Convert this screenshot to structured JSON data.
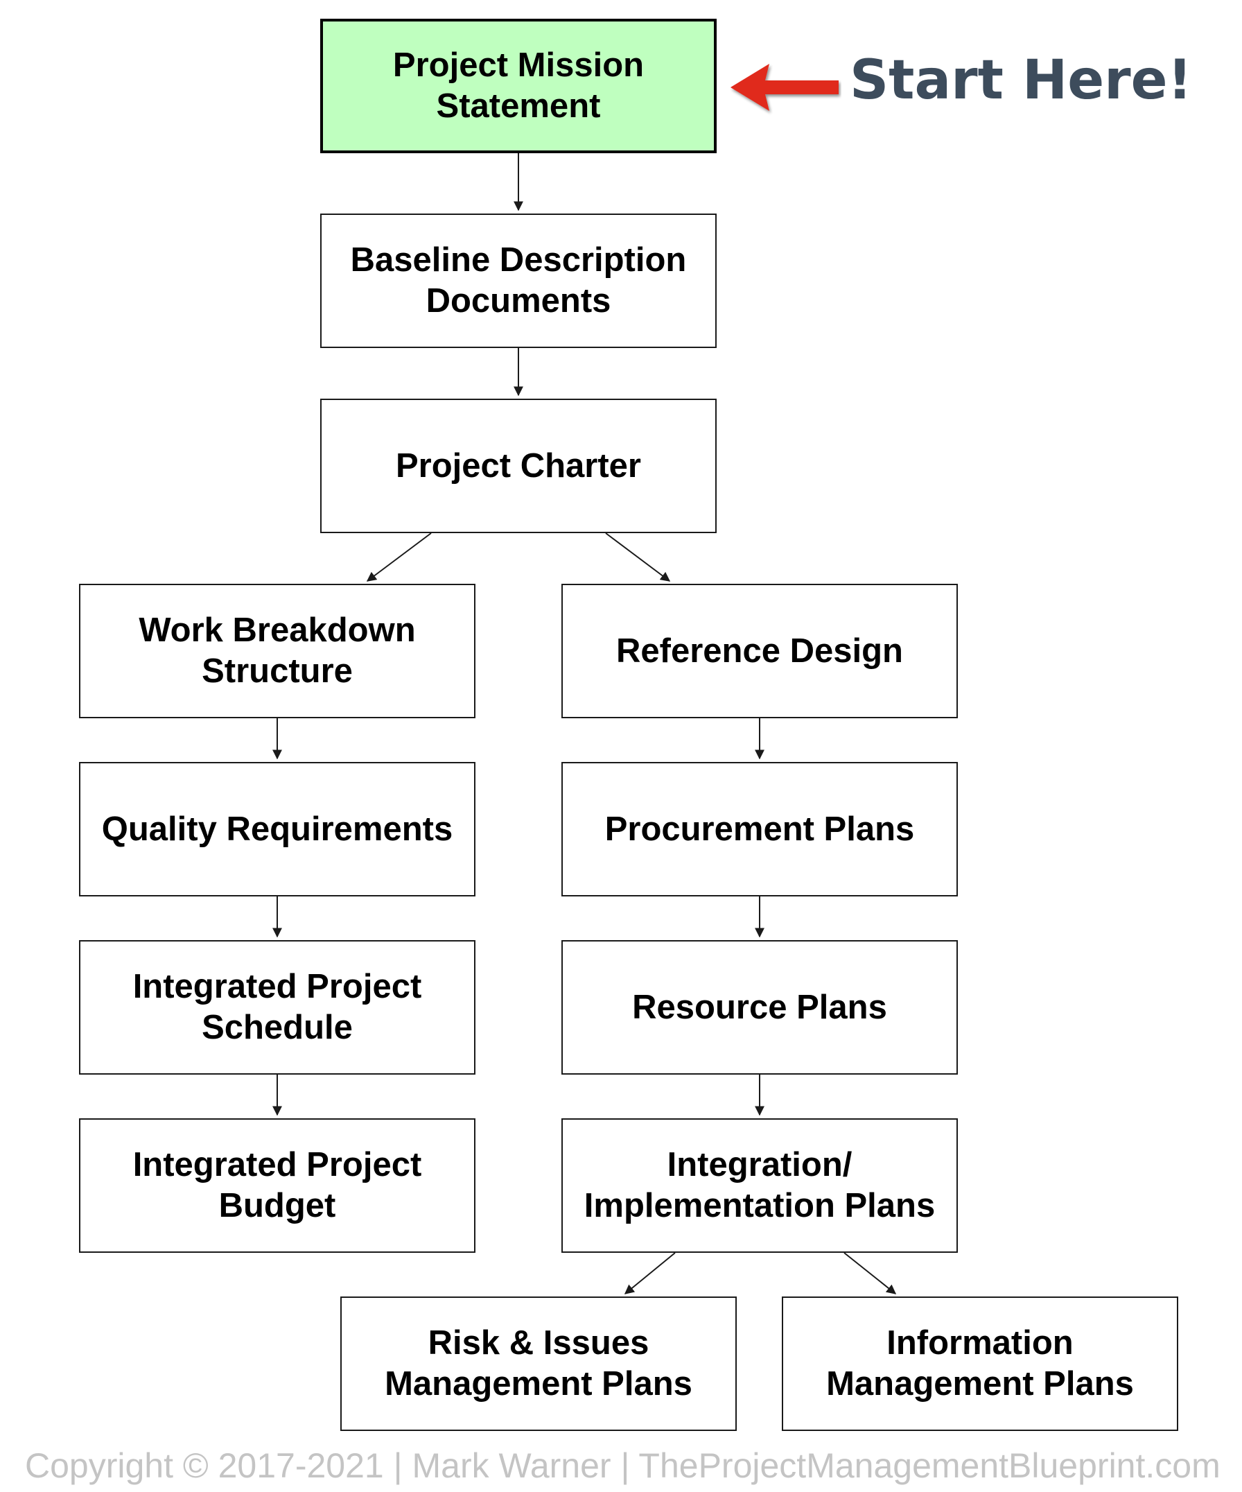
{
  "diagram": {
    "nodes": [
      {
        "id": "n1",
        "label": "Project Mission\nStatement"
      },
      {
        "id": "n2",
        "label": "Baseline Description\nDocuments"
      },
      {
        "id": "n3",
        "label": "Project Charter"
      },
      {
        "id": "n4",
        "label": "Work Breakdown\nStructure"
      },
      {
        "id": "n5",
        "label": "Reference Design"
      },
      {
        "id": "n6",
        "label": "Quality Requirements"
      },
      {
        "id": "n7",
        "label": "Procurement Plans"
      },
      {
        "id": "n8",
        "label": "Integrated Project\nSchedule"
      },
      {
        "id": "n9",
        "label": "Resource Plans"
      },
      {
        "id": "n10",
        "label": "Integrated Project\nBudget"
      },
      {
        "id": "n11",
        "label": "Integration/\nImplementation Plans"
      },
      {
        "id": "n12",
        "label": "Risk & Issues\nManagement Plans"
      },
      {
        "id": "n13",
        "label": "Information\nManagement Plans"
      }
    ],
    "edges": [
      [
        "n1",
        "n2"
      ],
      [
        "n2",
        "n3"
      ],
      [
        "n3",
        "n4"
      ],
      [
        "n3",
        "n5"
      ],
      [
        "n4",
        "n6"
      ],
      [
        "n6",
        "n8"
      ],
      [
        "n8",
        "n10"
      ],
      [
        "n5",
        "n7"
      ],
      [
        "n7",
        "n9"
      ],
      [
        "n9",
        "n11"
      ],
      [
        "n11",
        "n12"
      ],
      [
        "n11",
        "n13"
      ]
    ]
  },
  "callout": {
    "text": "Start Here!",
    "arrow_icon": "red-left-arrow-icon"
  },
  "footer": {
    "copyright": "Copyright © 2017-2021 | Mark Warner | TheProjectManagementBlueprint.com"
  },
  "colors": {
    "start_node_fill": "#bfffbf",
    "start_arrow": "#e02b1f",
    "callout_text": "#3d4c5c",
    "copyright_text": "#c4c4c4"
  }
}
